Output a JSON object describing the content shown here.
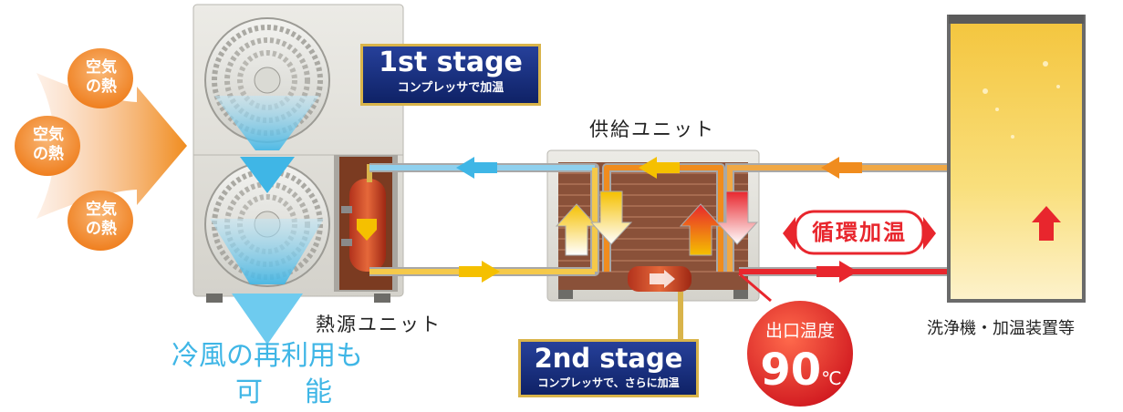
{
  "air_heat_labels": [
    {
      "line1": "空気",
      "line2": "の熱"
    },
    {
      "line1": "空気",
      "line2": "の熱"
    },
    {
      "line1": "空気",
      "line2": "の熱"
    }
  ],
  "stage1": {
    "title": "1st stage",
    "subtitle": "コンプレッサで加温"
  },
  "stage2": {
    "title": "2nd stage",
    "subtitle": "コンプレッサで、さらに加温"
  },
  "supply_unit_label": "供給ユニット",
  "heat_source_unit_label": "熱源ユニット",
  "cold_air_reuse": {
    "line1": "冷風の再利用も",
    "line2": "可　能"
  },
  "circulation_label": "循環加温",
  "outlet_temp": {
    "label": "出口温度",
    "value": "90",
    "unit": "℃"
  },
  "washer_label": "洗浄機・加温装置等",
  "colors": {
    "cold": "#3fb6e6",
    "warm": "#f5c000",
    "hot": "#e8262d",
    "orange": "#f08c1e",
    "navy": "#1a2f80"
  }
}
